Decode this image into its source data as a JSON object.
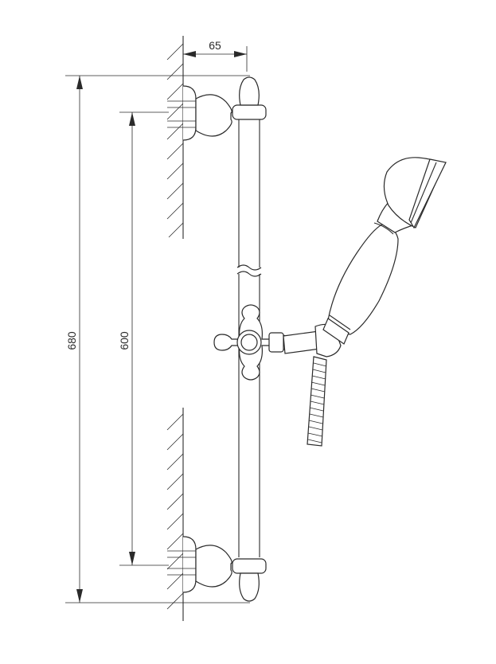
{
  "dimensions": {
    "width_top": "65",
    "total_height": "680",
    "bracket_spacing": "600"
  }
}
